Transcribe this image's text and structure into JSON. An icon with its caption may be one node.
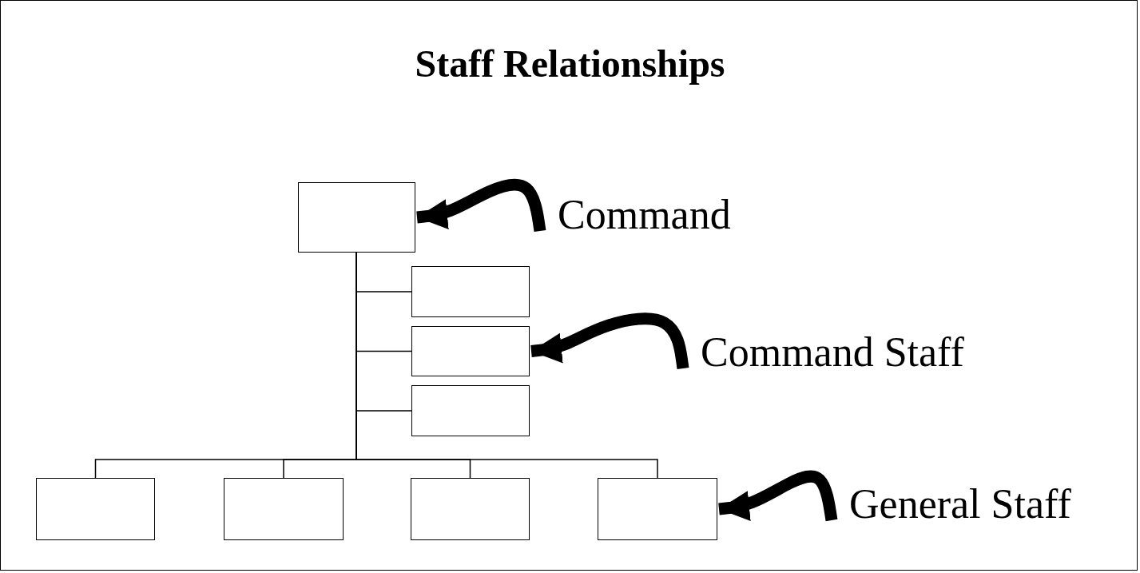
{
  "diagram": {
    "title": "Staff Relationships",
    "nodes": [
      {
        "text": [],
        "shape": "box"
      },
      {
        "text": [
          "Command"
        ]
      },
      {
        "text": [],
        "shape": "box"
      },
      {
        "text": [],
        "shape": "box"
      },
      {
        "text": [],
        "shape": "box"
      },
      {
        "text": [
          "Command Staff"
        ]
      },
      {
        "text": [],
        "shape": "box"
      },
      {
        "text": [],
        "shape": "box"
      },
      {
        "text": [],
        "shape": "box"
      },
      {
        "text": [],
        "shape": "box"
      },
      {
        "text": [
          "General Staff"
        ]
      }
    ],
    "edges": [
      {
        "from": 0,
        "to": 2,
        "arrow": "none"
      },
      {
        "from": 0,
        "to": 3,
        "arrow": "none"
      },
      {
        "from": 0,
        "to": 4,
        "arrow": "none"
      },
      {
        "from": 0,
        "to": 6,
        "arrow": "none"
      },
      {
        "from": 0,
        "to": 7,
        "arrow": "none"
      },
      {
        "from": 0,
        "to": 8,
        "arrow": "none"
      },
      {
        "from": 0,
        "to": 9,
        "arrow": "none"
      },
      {
        "from": 1,
        "to": 0,
        "arrow": "to",
        "style": "thick"
      },
      {
        "from": 5,
        "to": 3,
        "arrow": "to",
        "style": "thick"
      },
      {
        "from": 10,
        "to": 9,
        "arrow": "to",
        "style": "thick"
      }
    ]
  }
}
